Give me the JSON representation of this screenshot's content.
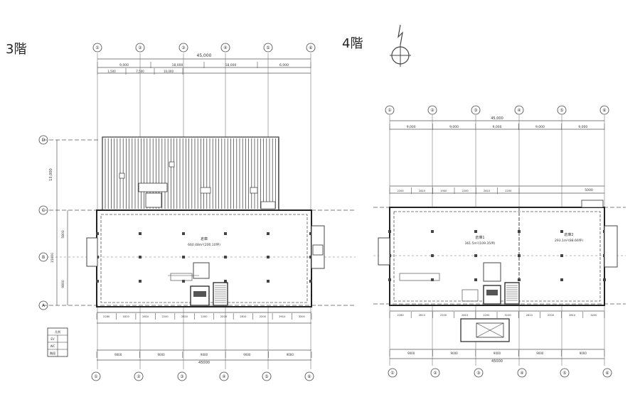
{
  "floor3": {
    "label": "3階",
    "grid_cols": [
      "①",
      "②",
      "③",
      "④",
      "⑤",
      "⑥"
    ],
    "grid_rows": [
      "D",
      "C",
      "B",
      "A"
    ],
    "top_total": "45,000",
    "top_spans": [
      "9,000",
      "18,000",
      "18,000",
      "6,000"
    ],
    "sub_spans": [
      "1,500",
      "7,500",
      "10,000"
    ],
    "room_name": "倉庫",
    "room_area": "660.48m²(200.10坪)",
    "bottom_spans": [
      "9000",
      "9000",
      "9000",
      "9000",
      "9000"
    ],
    "bottom_total": "45000",
    "detail_dims": [
      "2280",
      "1810",
      "2810",
      "2200",
      "2810",
      "2200",
      "2200",
      "2810",
      "2200",
      "2910",
      "3200"
    ],
    "left_dims": [
      "13,000",
      "5800",
      "15000",
      "9800"
    ],
    "legend_rows": [
      "凡例",
      "EV",
      "WC",
      "階段"
    ]
  },
  "floor4": {
    "label": "4階",
    "grid_cols": [
      "①",
      "②",
      "③",
      "④",
      "⑤",
      "⑥"
    ],
    "top_total": "45,000",
    "top_spans": [
      "9,000",
      "9,000",
      "9,000",
      "9,000",
      "9,000"
    ],
    "room1_name": "倉庫1",
    "room1_area": "361.5m²(109.35坪)",
    "room2_name": "倉庫2",
    "room2_area": "293.1m²(88.66坪)",
    "bottom_spans": [
      "9000",
      "9000",
      "9000",
      "9000",
      "9000"
    ],
    "bottom_total": "45000",
    "detail_dims": [
      "2280",
      "2810",
      "2200",
      "2810",
      "2200",
      "5100",
      "2810",
      "2200",
      "2810",
      "3200"
    ],
    "top_dims": [
      "2200",
      "2810",
      "1900",
      "2200",
      "2810",
      "2200"
    ],
    "right_top_dim": "5000"
  },
  "north_mark": "N"
}
